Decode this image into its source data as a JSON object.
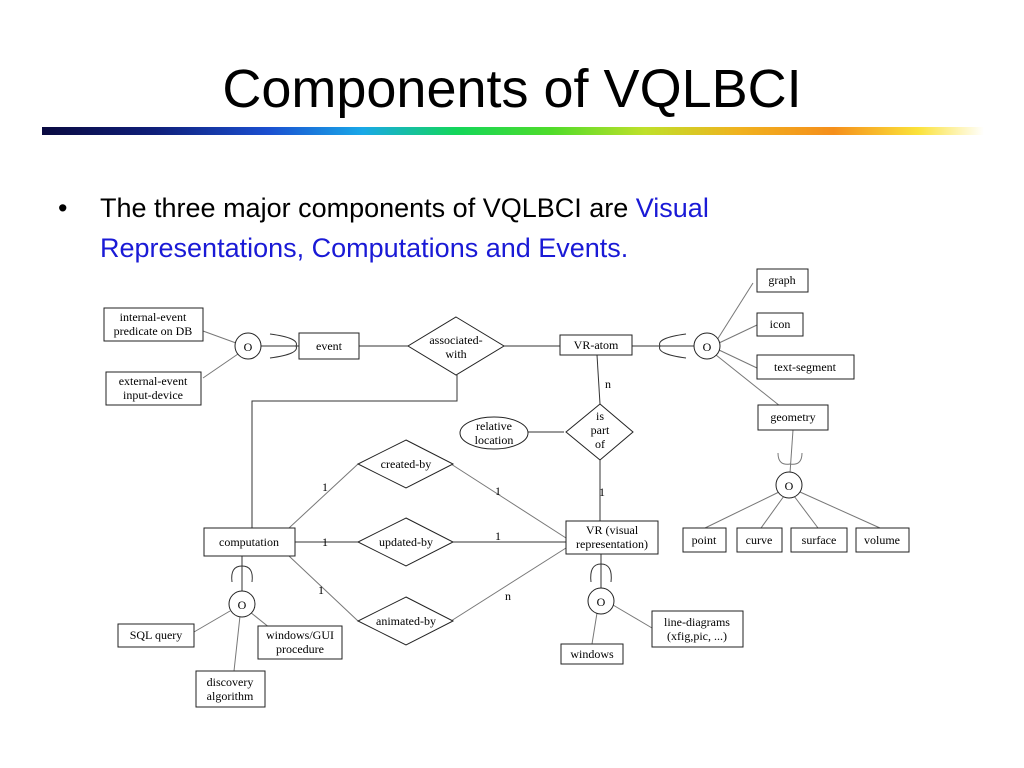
{
  "title": "Components of VQLBCI",
  "bullet": {
    "symbol": "•",
    "text_plain": "The three major components of VQLBCI are ",
    "text_highlight_line1": "Visual",
    "text_highlight_line2": "Representations, Computations and Events.",
    "highlight_color": "#1a1ad6"
  },
  "diagram": {
    "entities": {
      "internal_event": [
        "internal-event",
        "predicate on DB"
      ],
      "external_event": [
        "external-event",
        "input-device"
      ],
      "event": "event",
      "vr_atom": "VR-atom",
      "graph": "graph",
      "icon": "icon",
      "text_segment": "text-segment",
      "geometry": "geometry",
      "point": "point",
      "curve": "curve",
      "surface": "surface",
      "volume": "volume",
      "computation": "computation",
      "vr": [
        "VR (visual",
        "representation)"
      ],
      "sql_query": "SQL query",
      "windows_gui": [
        "windows/GUI",
        "procedure"
      ],
      "discovery": [
        "discovery",
        "algorithm"
      ],
      "windows": "windows",
      "line_diagrams": [
        "line-diagrams",
        "(xfig,pic, ...)"
      ]
    },
    "relationships": {
      "associated_with": [
        "associated-",
        "with"
      ],
      "is_part_of": [
        "is",
        "part",
        "of"
      ],
      "created_by": "created-by",
      "updated_by": "updated-by",
      "animated_by": "animated-by"
    },
    "attributes": {
      "relative_location": [
        "relative",
        "location"
      ]
    },
    "overlap_marker": "O",
    "cardinalities": {
      "vr_atom_is_part_of": "n",
      "vr_is_part_of": "1",
      "computation_created_by": "1",
      "created_by_vr": "1",
      "computation_updated_by": "1",
      "updated_by_vr": "1",
      "computation_animated_by": "1",
      "animated_by_vr": "n"
    }
  }
}
